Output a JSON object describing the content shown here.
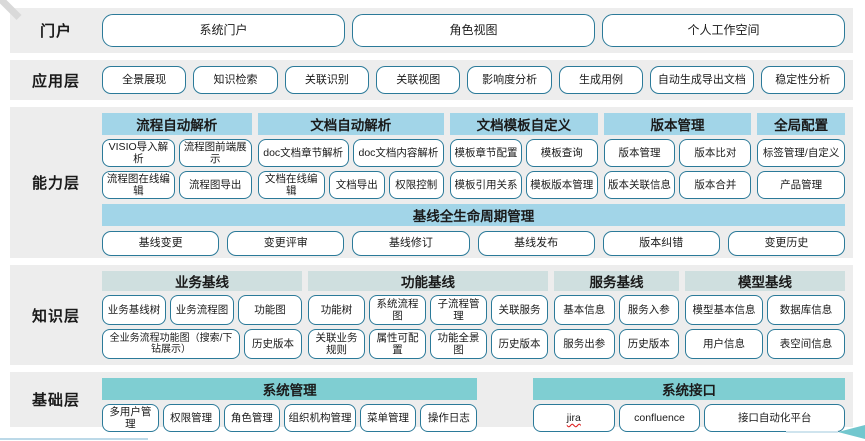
{
  "layers": [
    {
      "label": "门户"
    },
    {
      "label": "应用层"
    },
    {
      "label": "能力层"
    },
    {
      "label": "知识层"
    },
    {
      "label": "基础层"
    }
  ],
  "portal": {
    "buttons": [
      "系统门户",
      "角色视图",
      "个人工作空间"
    ]
  },
  "app": {
    "buttons": [
      "全景展现",
      "知识检索",
      "关联识别",
      "关联视图",
      "影响度分析",
      "生成用例",
      "自动生成导出文档",
      "稳定性分析"
    ]
  },
  "capability": {
    "groups": [
      {
        "header": "流程自动解析",
        "rows": [
          [
            "VISIO导入解析",
            "流程图前端展示"
          ],
          [
            "流程图在线编辑",
            "流程图导出"
          ]
        ]
      },
      {
        "header": "文档自动解析",
        "rows": [
          [
            "doc文档章节解析",
            "doc文档内容解析"
          ],
          [
            "文档在线编辑",
            "文档导出",
            "权限控制"
          ]
        ]
      },
      {
        "header": "文档模板自定义",
        "rows": [
          [
            "模板章节配置",
            "模板查询"
          ],
          [
            "模板引用关系",
            "模板版本管理"
          ]
        ]
      },
      {
        "header": "版本管理",
        "rows": [
          [
            "版本管理",
            "版本比对"
          ],
          [
            "版本关联信息",
            "版本合并"
          ]
        ]
      },
      {
        "header": "全局配置",
        "rows": [
          [
            "标签管理/自定义"
          ],
          [
            "产品管理"
          ]
        ]
      }
    ],
    "baseline": {
      "header": "基线全生命周期管理",
      "buttons": [
        "基线变更",
        "变更评审",
        "基线修订",
        "基线发布",
        "版本纠错",
        "变更历史"
      ]
    }
  },
  "knowledge": {
    "groups": [
      {
        "header": "业务基线",
        "rows": [
          [
            "业务基线树",
            "业务流程图",
            "功能图"
          ],
          [
            "全业务流程功能图（搜索/下钻展示）",
            "历史版本"
          ]
        ]
      },
      {
        "header": "功能基线",
        "rows": [
          [
            "功能树",
            "系统流程图",
            "子流程管理",
            "关联服务"
          ],
          [
            "关联业务规则",
            "属性可配置",
            "功能全景图",
            "历史版本"
          ]
        ]
      },
      {
        "header": "服务基线",
        "rows": [
          [
            "基本信息",
            "服务入参"
          ],
          [
            "服务出参",
            "历史版本"
          ]
        ]
      },
      {
        "header": "模型基线",
        "rows": [
          [
            "模型基本信息",
            "数据库信息"
          ],
          [
            "用户信息",
            "表空间信息"
          ]
        ]
      }
    ]
  },
  "base": {
    "groups": [
      {
        "header": "系统管理",
        "rows": [
          [
            "多用户管理",
            "权限管理",
            "角色管理",
            "组织机构管理",
            "菜单管理",
            "操作日志"
          ]
        ]
      },
      {
        "header": "系统接口",
        "rows": [
          [
            "jira",
            "confluence",
            "接口自动化平台"
          ]
        ]
      }
    ]
  },
  "colors": {
    "band_bg": "#ededed",
    "button_border": "#2b7a99",
    "capability_header": "#a2d5e8",
    "knowledge_header": "#cfdfdf",
    "base_header": "#7fced2",
    "jira_underline": "#dd2222",
    "arrow": "#72c7ce"
  }
}
